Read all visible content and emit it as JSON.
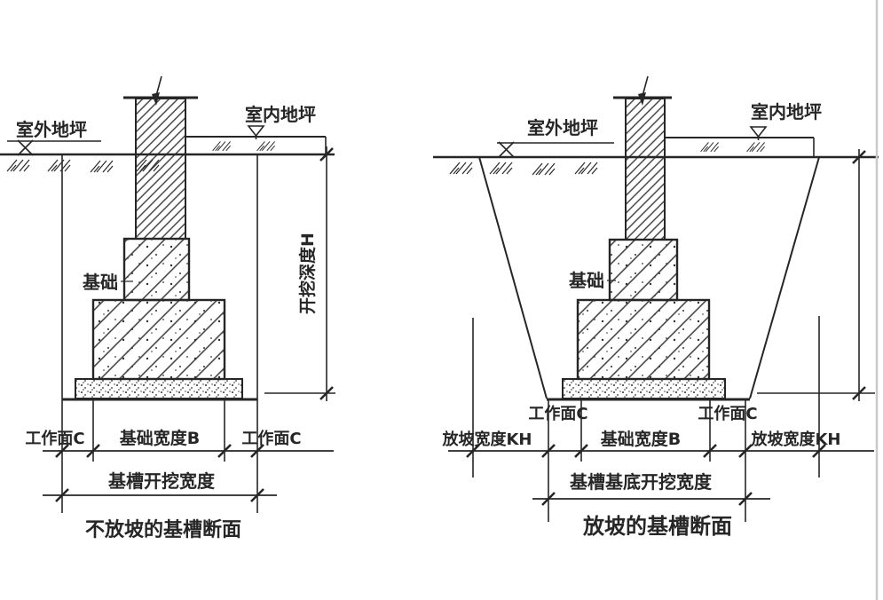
{
  "colors": {
    "ink": "#262626",
    "paper": "#ffffff",
    "edge_shadow": "#c9c9c9"
  },
  "left_diagram": {
    "caption": "不放坡的基槽断面",
    "labels": {
      "outdoor_ground": "室外地坪",
      "indoor_ground": "室内地坪",
      "foundation": "基础",
      "excavation_depth": "开挖深度H",
      "working_face_left": "工作面C",
      "working_face_right": "工作面C",
      "foundation_width": "基础宽度B",
      "trench_width": "基槽开挖宽度"
    }
  },
  "right_diagram": {
    "caption": "放坡的基槽断面",
    "labels": {
      "outdoor_ground": "室外地坪",
      "indoor_ground": "室内地坪",
      "foundation": "基础",
      "working_face_left": "工作面C",
      "working_face_right": "工作面C",
      "foundation_width": "基础宽度B",
      "slope_width_left": "放坡宽度KH",
      "slope_width_right": "放坡宽度KH",
      "trench_bottom_width": "基槽基底开挖宽度"
    }
  }
}
